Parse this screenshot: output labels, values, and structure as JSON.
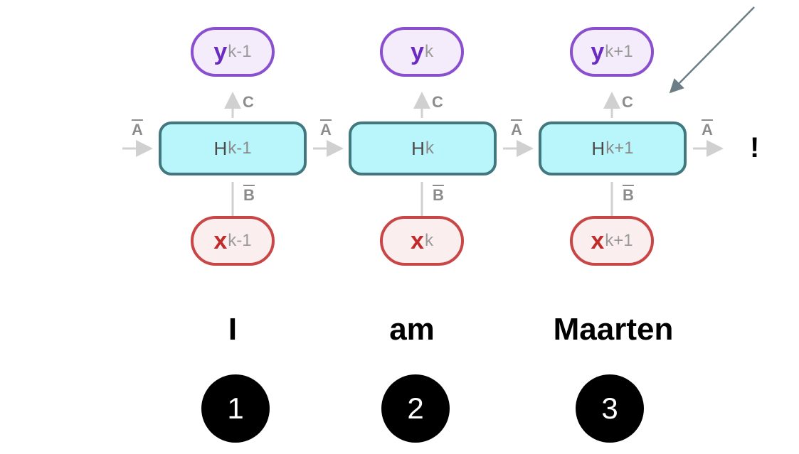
{
  "nodes": {
    "y": [
      {
        "base": "y",
        "sub": "k-1"
      },
      {
        "base": "y",
        "sub": "k"
      },
      {
        "base": "y",
        "sub": "k+1"
      }
    ],
    "h": [
      {
        "base": "H",
        "sub": "k-1"
      },
      {
        "base": "H",
        "sub": "k"
      },
      {
        "base": "H",
        "sub": "k+1"
      }
    ],
    "x": [
      {
        "base": "x",
        "sub": "k-1"
      },
      {
        "base": "x",
        "sub": "k"
      },
      {
        "base": "x",
        "sub": "k+1"
      }
    ]
  },
  "matrix_labels": {
    "a_bar": "A",
    "b_bar": "B",
    "c": "C"
  },
  "words": [
    "I",
    "am",
    "Maarten"
  ],
  "steps": [
    "1",
    "2",
    "3"
  ],
  "next_token": "!",
  "colors": {
    "output_border": "#8a4fce",
    "output_fill": "#f4ecfa",
    "input_border": "#c94646",
    "input_fill": "#fbeeee",
    "state_border": "#41787f",
    "state_fill": "#b9f6fb",
    "arrow": "#d0d0d0",
    "pointer_arrow": "#6b7d86"
  }
}
